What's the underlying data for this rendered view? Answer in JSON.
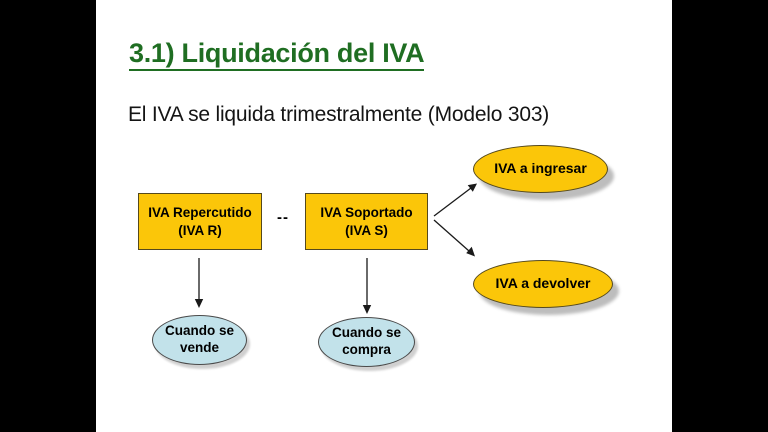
{
  "slide": {
    "title": "3.1) Liquidación del IVA",
    "subtitle": "El IVA se liquida trimestralmente (Modelo 303)"
  },
  "diagram": {
    "box_repercutido": {
      "line1": "IVA Repercutido",
      "line2": "(IVA R)"
    },
    "operator": "--",
    "box_soportado": {
      "line1": "IVA Soportado",
      "line2": "(IVA S)"
    },
    "ellipse_ingresar": "IVA a ingresar",
    "ellipse_devolver": "IVA a devolver",
    "ellipse_vende": {
      "line1": "Cuando se",
      "line2": "vende"
    },
    "ellipse_compra": {
      "line1": "Cuando se",
      "line2": "compra"
    }
  },
  "colors": {
    "letterbox": "#000000",
    "slide_background": "#ffffff",
    "title_green": "#1f6e22",
    "text_black": "#141414",
    "node_yellow": "#fbc609",
    "node_yellow_border": "#55491c",
    "node_blue": "#c2e2ea",
    "node_blue_border": "#4a4a4a",
    "shadow_gray": "#bdbdbd",
    "arrow_black": "#1a1a1a"
  }
}
